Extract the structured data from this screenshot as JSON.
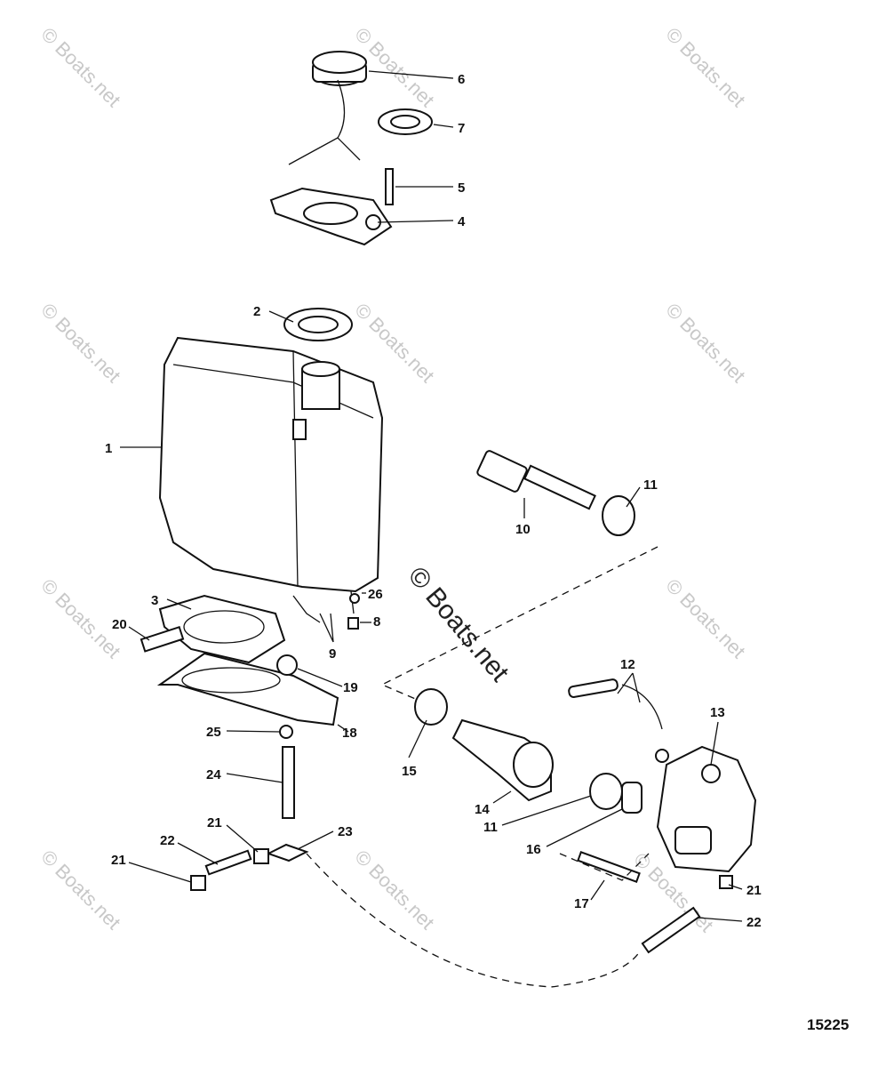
{
  "diagram_id": "15225",
  "watermark": "© Boats.net",
  "callouts": [
    "1",
    "2",
    "3",
    "4",
    "5",
    "6",
    "7",
    "8",
    "9",
    "10",
    "11",
    "11",
    "12",
    "13",
    "14",
    "15",
    "16",
    "17",
    "18",
    "19",
    "20",
    "21",
    "21",
    "21",
    "22",
    "22",
    "23",
    "24",
    "25",
    "26"
  ]
}
